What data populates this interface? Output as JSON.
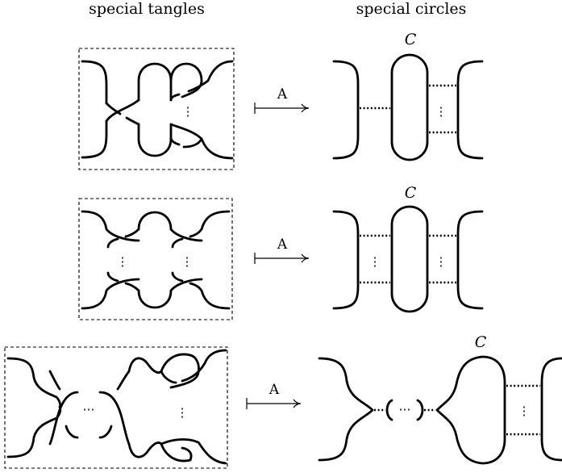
{
  "headers": {
    "left": "special tangles",
    "right": "special circles"
  },
  "rows": [
    {
      "arrow_label": "A",
      "circle_label": "C"
    },
    {
      "arrow_label": "A",
      "circle_label": "C"
    },
    {
      "arrow_label": "A",
      "circle_label": "C"
    }
  ],
  "ellipsis": {
    "vertical": "⋮",
    "horizontal": "⋯"
  }
}
